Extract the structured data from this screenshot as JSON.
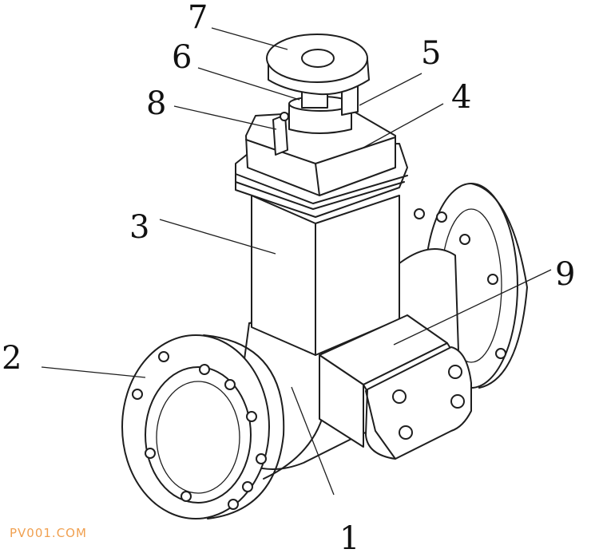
{
  "callouts": [
    {
      "id": "1",
      "text": "1"
    },
    {
      "id": "2",
      "text": "2"
    },
    {
      "id": "3",
      "text": "3"
    },
    {
      "id": "4",
      "text": "4"
    },
    {
      "id": "5",
      "text": "5"
    },
    {
      "id": "6",
      "text": "6"
    },
    {
      "id": "7",
      "text": "7"
    },
    {
      "id": "8",
      "text": "8"
    },
    {
      "id": "9",
      "text": "9"
    }
  ],
  "watermark": "PV001.COM",
  "colors": {
    "line": "#1e1e1e",
    "watermark": "#f0a050"
  }
}
